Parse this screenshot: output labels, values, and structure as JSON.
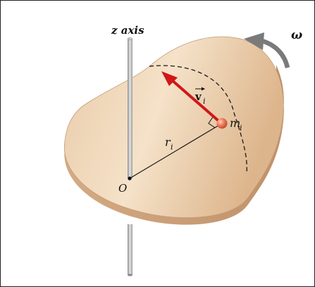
{
  "labels": {
    "axis": "z axis",
    "omega": "ω",
    "velocity_main": "v",
    "velocity_sub": "i",
    "mass_main": "m",
    "mass_sub": "i",
    "radius_main": "r",
    "radius_sub": "i",
    "origin": "O"
  },
  "colors": {
    "disk_light": "#f3dcc0",
    "disk_mid": "#e2bf98",
    "disk_dark": "#c99c72",
    "velocity_arrow": "#d01818",
    "rotation_arrow": "#7a7a7a",
    "axis_rod": "#a8a8a8",
    "particle": "#e8674a"
  }
}
